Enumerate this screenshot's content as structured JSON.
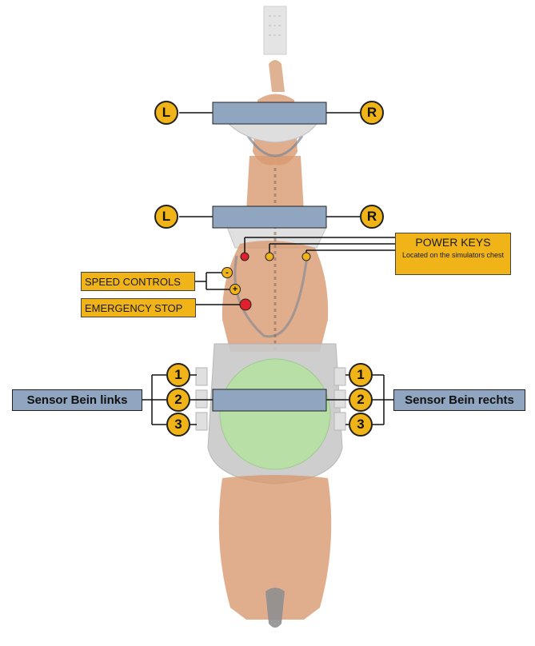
{
  "labels": {
    "speed_controls": "SPEED CONTROLS",
    "emergency_stop": "EMERGENCY STOP",
    "power_keys_title": "POWER KEYS",
    "power_keys_sub": "Located on the simulators chest",
    "sensor_left": "Sensor Bein links",
    "sensor_right": "Sensor Bein rechts",
    "upper_left": "L",
    "upper_right": "R",
    "lower_left": "L",
    "lower_right": "R",
    "minus": "-",
    "plus": "+"
  },
  "sensor_numbers_left": [
    "1",
    "2",
    "3"
  ],
  "sensor_numbers_right": [
    "1",
    "2",
    "3"
  ],
  "colors": {
    "accent_yellow": "#f0b418",
    "sensor_blue": "#8fa5c0",
    "horse_brown": "#d7956a",
    "saddle_green": "#b8e0a6",
    "emergency_red": "#e0202a"
  }
}
